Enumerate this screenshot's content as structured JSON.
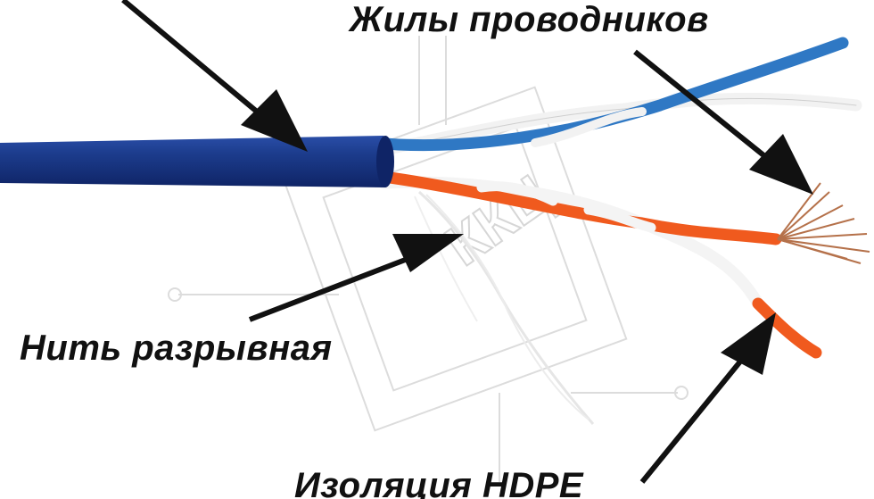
{
  "labels": {
    "conductors": "Жилы проводников",
    "ripcord": "Нить разрывная",
    "insulation": "Изоляция HDPE"
  },
  "watermark": {
    "text": "ККЦ",
    "color": "#d8d8d8"
  },
  "colors": {
    "jacket": "#1c3c8c",
    "blue_wire": "#2f78c4",
    "white_wire": "#f2f2f2",
    "orange_wire": "#f05a1e",
    "copper": "#b5714a",
    "arrow": "#111111",
    "label_text": "#111111"
  }
}
